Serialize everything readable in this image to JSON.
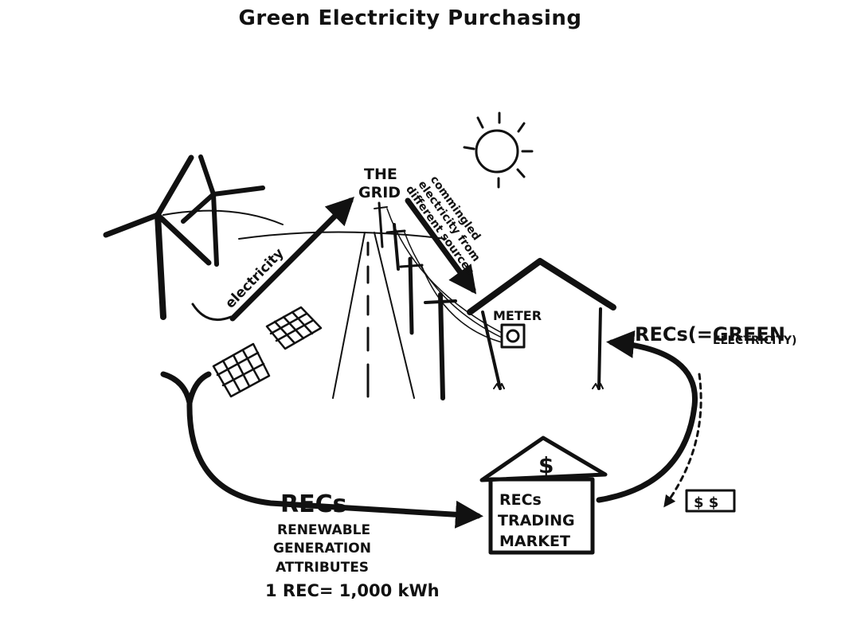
{
  "title": "Green Electricity Purchasing",
  "labels": {
    "grid_line1": "THE",
    "grid_line2": "GRID",
    "electricity": "electricity",
    "commingled_line1": "commingled",
    "commingled_line2": "electricity from",
    "commingled_line3": "different sources",
    "meter": "METER",
    "recs_green_line1": "RECs(=GREEN",
    "recs_green_line2": "ELECTRICITY)",
    "recs_main": "RECs",
    "renewable": "RENEWABLE",
    "generation": "GENERATION",
    "attributes": "ATTRIBUTES",
    "rec_equation": "1 REC= 1,000 kWh",
    "market_symbol": "$",
    "market_line1": "RECs",
    "market_line2": "TRADING",
    "market_line3": "MARKET",
    "money": "$ $"
  },
  "colors": {
    "ink": "#111111",
    "paper": "#ffffff"
  }
}
